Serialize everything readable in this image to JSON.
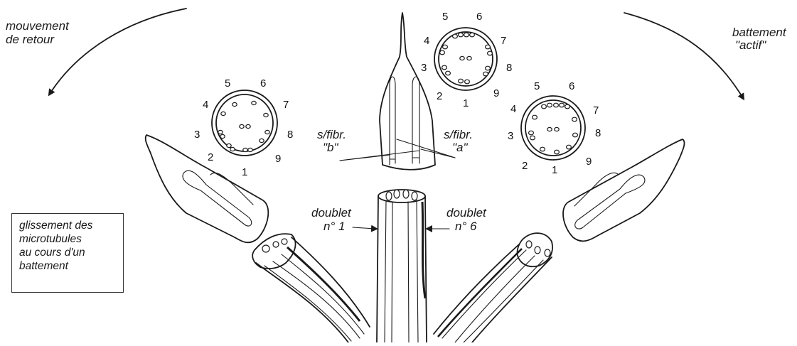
{
  "labels": {
    "mouvement_retour": [
      "mouvement",
      "de retour"
    ],
    "battement_actif": [
      "battement",
      "\"actif\""
    ],
    "sfibr_b": [
      "s/fibr.",
      "\"b\""
    ],
    "sfibr_a": [
      "s/fibr.",
      "\"a\""
    ],
    "doublet_1": [
      "doublet",
      "n° 1"
    ],
    "doublet_6": [
      "doublet",
      "n° 6"
    ]
  },
  "legend": [
    "glissement des",
    "microtubules",
    "au cours d'un",
    "battement"
  ],
  "doublet_numbers": [
    "1",
    "2",
    "3",
    "4",
    "5",
    "6",
    "7",
    "8",
    "9"
  ]
}
